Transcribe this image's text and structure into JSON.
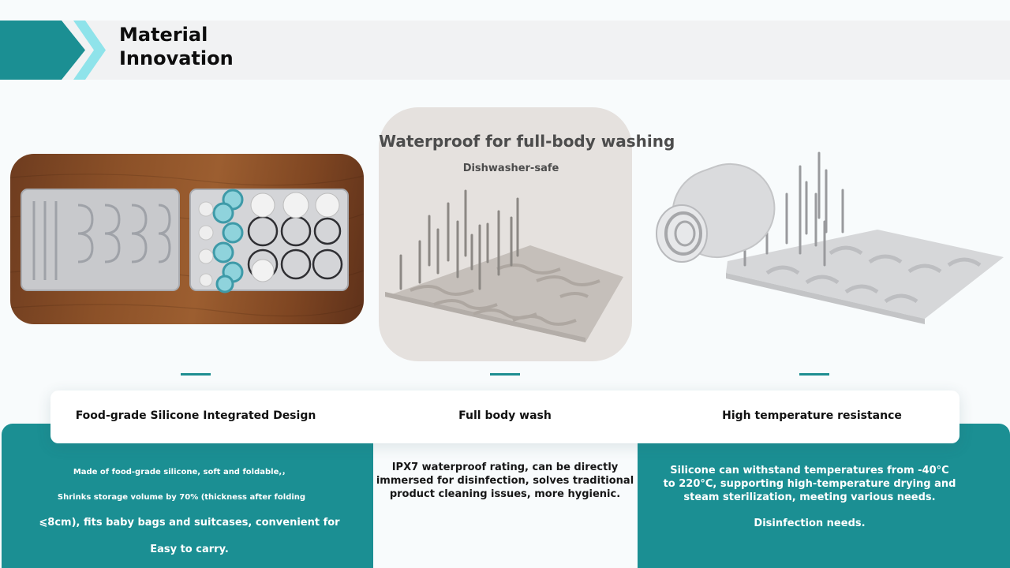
{
  "header": {
    "title_line1": "Material",
    "title_line2": "Innovation"
  },
  "center_image": {
    "heading": "Waterproof for full-body washing",
    "subheading": "Dishwasher-safe"
  },
  "features": [
    {
      "label": "Food-grade Silicone Integrated Design",
      "description_lines": [
        "Made of food-grade silicone, soft and foldable,，",
        "Shrinks storage volume by 70% (thickness after folding",
        "⩽8cm), fits baby bags and suitcases, convenient for",
        "Easy to carry."
      ]
    },
    {
      "label": "Full body wash",
      "description_lines": [
        "IPX7 waterproof rating, can be directly",
        "immersed for disinfection, solves traditional",
        "product cleaning issues, more hygienic."
      ]
    },
    {
      "label": "High temperature resistance",
      "description_lines": [
        "Silicone can withstand temperatures from -40°C",
        "to 220°C, supporting high-temperature drying and",
        "steam sterilization, meeting various needs.",
        "Disinfection needs."
      ]
    }
  ],
  "colors": {
    "accent_teal": "#1b8f93",
    "chevron_light": "#8fe3ea",
    "header_band": "#f1f2f3"
  }
}
